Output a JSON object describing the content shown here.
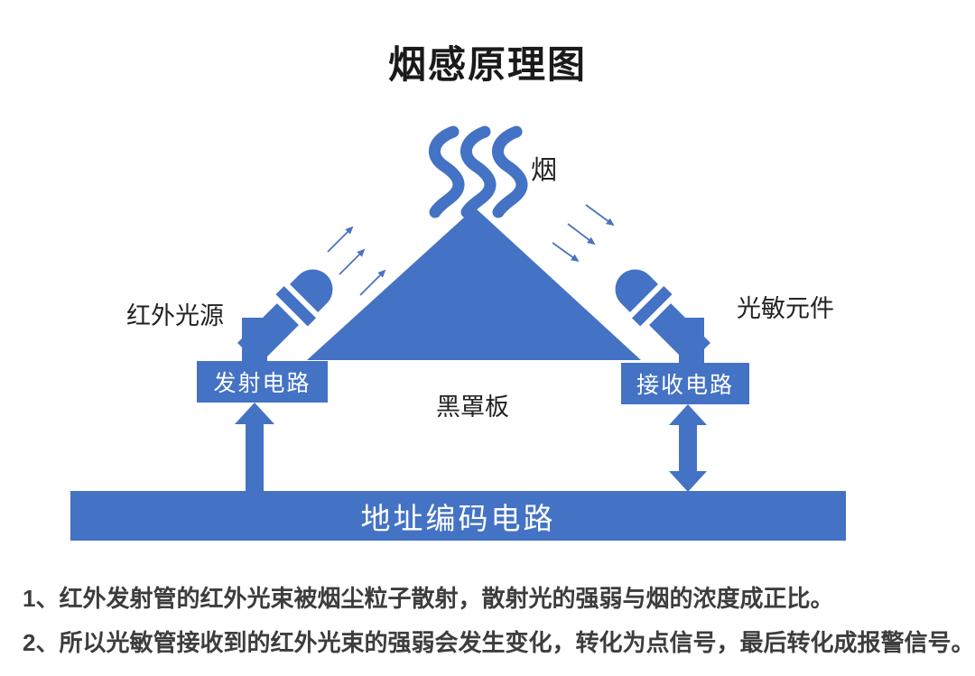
{
  "title": "烟感原理图",
  "colors": {
    "accent": "#4472C4",
    "arrow": "#4a74be",
    "note_text": "#3d3d3d",
    "title_text": "#1a1a1a"
  },
  "labels": {
    "smoke": "烟",
    "ir_source": "红外光源",
    "photosensor": "光敏元件",
    "cover_board": "黑罩板"
  },
  "boxes": {
    "emitter_circuit": "发射电路",
    "receiver_circuit": "接收电路",
    "address_circuit": "地址编码电路"
  },
  "notes": [
    "1、红外发射管的红外光束被烟尘粒子散射，散射光的强弱与烟的浓度成正比。",
    "2、所以光敏管接收到的红外光束的强弱会发生变化，转化为点信号，最后转化成报警信号。"
  ]
}
